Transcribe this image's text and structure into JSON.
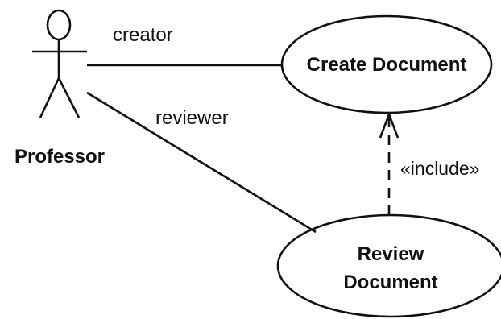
{
  "diagram": {
    "type": "uml-use-case",
    "actor": {
      "name": "Professor"
    },
    "use_cases": [
      {
        "id": "create",
        "label": "Create Document"
      },
      {
        "id": "review",
        "label_lines": [
          "Review",
          "Document"
        ]
      }
    ],
    "associations": [
      {
        "from": "Professor",
        "to": "create",
        "role": "creator"
      },
      {
        "from": "Professor",
        "to": "review",
        "role": "reviewer"
      }
    ],
    "dependencies": [
      {
        "from": "review",
        "to": "create",
        "stereotype": "«include»",
        "style": "dashed-open-arrow"
      }
    ]
  }
}
